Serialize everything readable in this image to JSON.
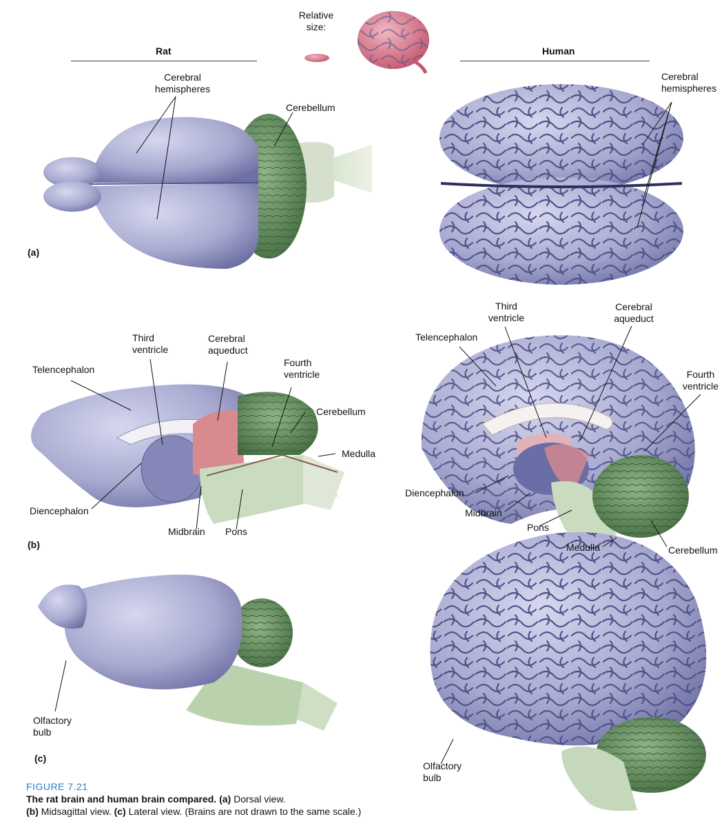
{
  "header": {
    "relative_size": "Relative\nsize:",
    "rat": "Rat",
    "human": "Human"
  },
  "panels": {
    "a": "(a)",
    "b": "(b)",
    "c": "(c)"
  },
  "labels": {
    "a_rat_cerebral_hemispheres": "Cerebral\nhemispheres",
    "a_rat_cerebellum": "Cerebellum",
    "a_human_cerebral_hemispheres": "Cerebral\nhemispheres",
    "b_rat_third_ventricle": "Third\nventricle",
    "b_rat_cerebral_aqueduct": "Cerebral\naqueduct",
    "b_rat_fourth_ventricle": "Fourth\nventricle",
    "b_rat_telencephalon": "Telencephalon",
    "b_rat_cerebellum": "Cerebellum",
    "b_rat_medulla": "Medulla",
    "b_rat_diencephalon": "Diencephalon",
    "b_rat_midbrain": "Midbrain",
    "b_rat_pons": "Pons",
    "b_human_third_ventricle": "Third\nventricle",
    "b_human_cerebral_aqueduct": "Cerebral\naqueduct",
    "b_human_telencephalon": "Telencephalon",
    "b_human_fourth_ventricle": "Fourth\nventricle",
    "b_human_diencephalon": "Diencephalon",
    "b_human_midbrain": "Midbrain",
    "b_human_pons": "Pons",
    "b_human_medulla": "Medulla",
    "b_human_cerebellum": "Cerebellum",
    "c_rat_olfactory_bulb": "Olfactory\nbulb",
    "c_human_olfactory_bulb": "Olfactory\nbulb"
  },
  "caption": {
    "figure_number": "FIGURE 7.21",
    "title": "The rat brain and human brain compared.",
    "a_tag": "(a)",
    "a_text": " Dorsal view.",
    "b_tag": "(b)",
    "b_text": " Midsagittal view. ",
    "c_tag": "(c)",
    "c_text": " Lateral view. (Brains are not drawn to the same scale.)"
  },
  "colors": {
    "cortex": "#a9abd0",
    "cortex_dark": "#6f72a6",
    "cerebellum": "#5f8a5a",
    "brainstem": "#c9dcc0",
    "midbrain_red": "#d88a8e",
    "pink_brain": "#d9768a",
    "fig_label_blue": "#2a7fc4"
  }
}
